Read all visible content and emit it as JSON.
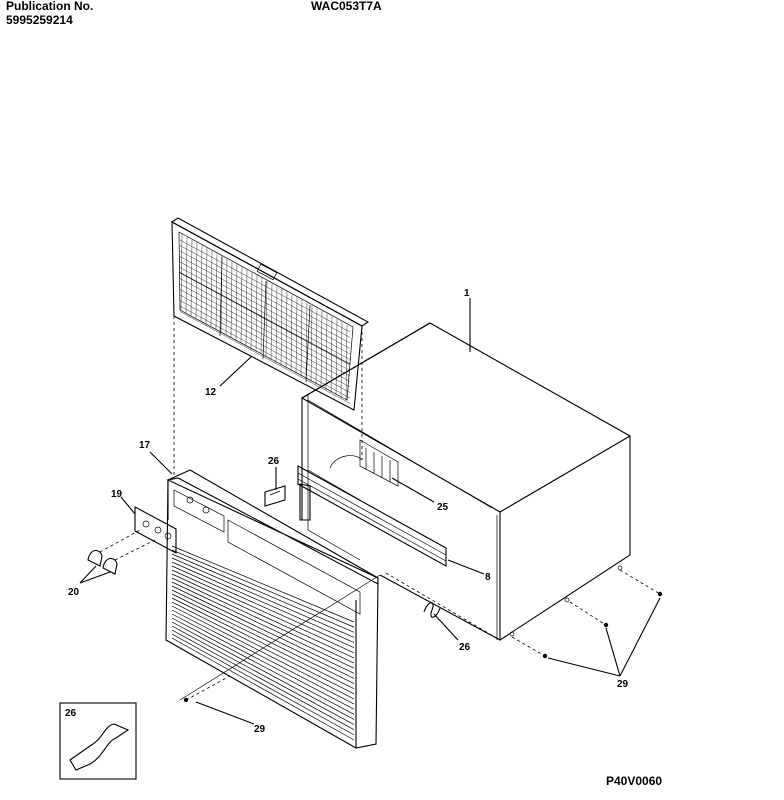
{
  "header": {
    "publication_label": "Publication No.",
    "publication_number": "5995259214",
    "model": "WAC053T7A"
  },
  "diagram_code": "P40V0060",
  "callouts": {
    "c1": "1",
    "c12": "12",
    "c17": "17",
    "c19": "19",
    "c20": "20",
    "c26a": "26",
    "c25": "25",
    "c8": "8",
    "c26b": "26",
    "c29a": "29",
    "c29b": "29",
    "c26c": "26"
  }
}
